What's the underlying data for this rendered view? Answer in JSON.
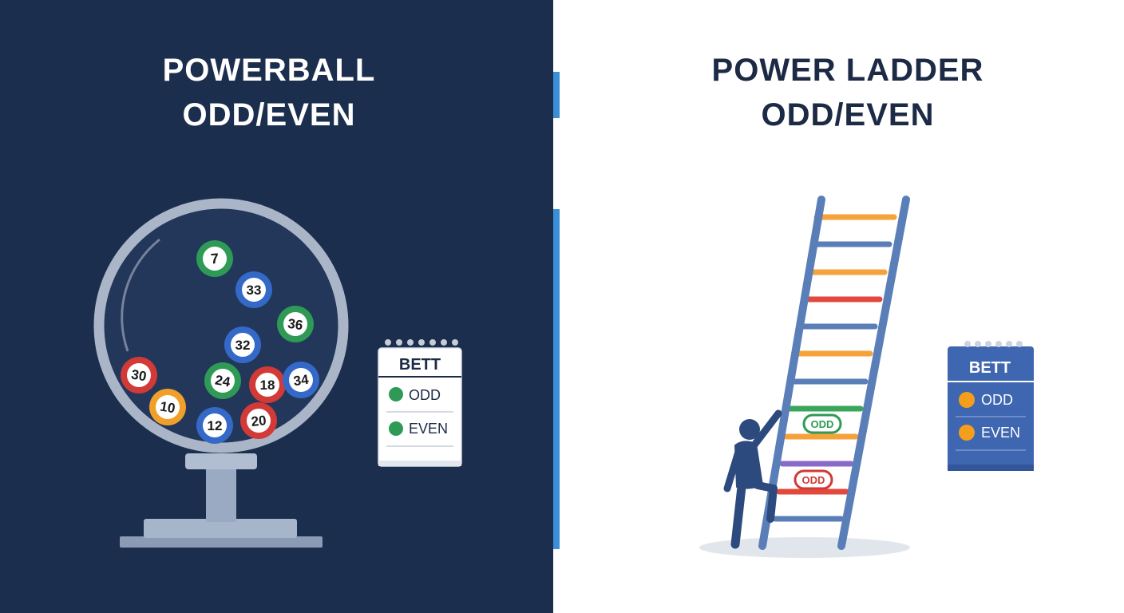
{
  "left_panel": {
    "title_line1": "POWERBALL",
    "title_line2": "ODD/EVEN",
    "background": "#1c2e4e",
    "balls": [
      {
        "number": "7",
        "color": "#2e9a55"
      },
      {
        "number": "33",
        "color": "#3469c8"
      },
      {
        "number": "36",
        "color": "#2e9a55"
      },
      {
        "number": "32",
        "color": "#3469c8"
      },
      {
        "number": "30",
        "color": "#d13a36"
      },
      {
        "number": "24",
        "color": "#2e9a55"
      },
      {
        "number": "18",
        "color": "#d13a36"
      },
      {
        "number": "34",
        "color": "#3469c8"
      },
      {
        "number": "10",
        "color": "#f0a02a"
      },
      {
        "number": "12",
        "color": "#3469c8"
      },
      {
        "number": "20",
        "color": "#d13a36"
      }
    ],
    "bet_card": {
      "header": "BETT",
      "options": [
        {
          "label": "ODD",
          "dot_color": "#2e9a55"
        },
        {
          "label": "EVEN",
          "dot_color": "#2e9a55"
        }
      ]
    }
  },
  "right_panel": {
    "title_line1": "POWER LADDER",
    "title_line2": "ODD/EVEN",
    "ladder_tags": [
      {
        "label": "ODD",
        "color": "#2e9a55"
      },
      {
        "label": "ODD",
        "color": "#d13a36"
      }
    ],
    "bet_card": {
      "header": "BETT",
      "options": [
        {
          "label": "ODD",
          "dot_color": "#f59e1b"
        },
        {
          "label": "EVEN",
          "dot_color": "#f59e1b"
        }
      ]
    }
  },
  "colors": {
    "navy": "#1c2e4e",
    "accent_blue": "#3a8fd6",
    "ladder_blue": "#5a7fb8",
    "figure": "#2c4a7e",
    "rung_orange": "#f5a23a",
    "rung_red": "#e2483b",
    "rung_green": "#3aa65a",
    "rung_purple": "#8a6ac8"
  }
}
